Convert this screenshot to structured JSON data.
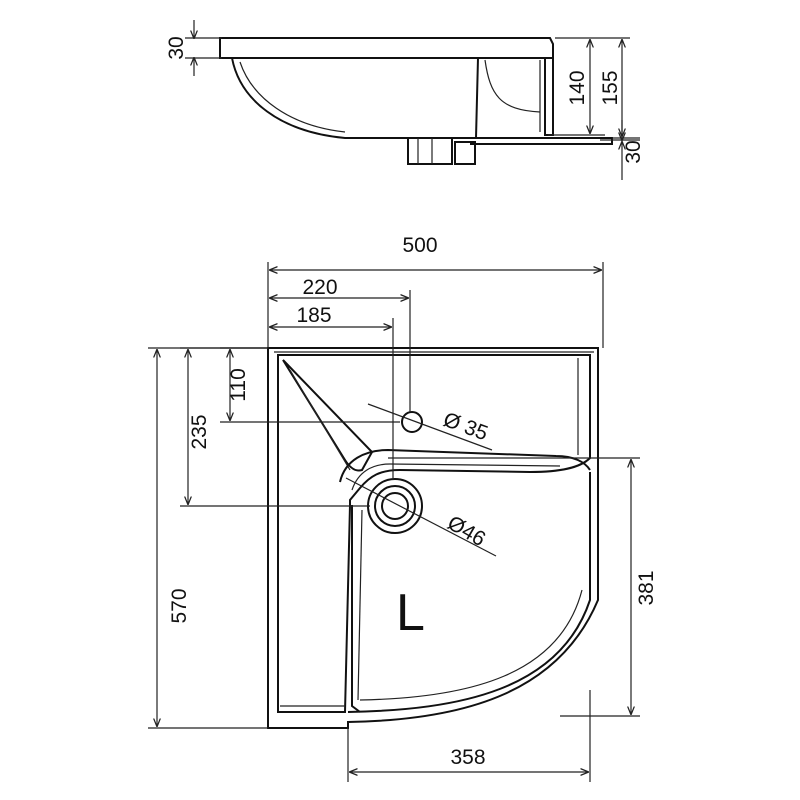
{
  "side_view": {
    "dim_top_thickness": "30",
    "dim_bowl_height": "140",
    "dim_total_height": "155",
    "dim_bottom": "30"
  },
  "top_view": {
    "dim_width": "500",
    "dim_tap_offset_x": "220",
    "dim_drain_offset_x": "185",
    "dim_tap_offset_y": "110",
    "dim_drain_offset_y": "235",
    "dim_depth": "570",
    "dim_bowl_depth": "381",
    "dim_bowl_width": "358",
    "tap_hole_diameter": "Ø 35",
    "drain_diameter": "Ø46",
    "side_marker": "L"
  }
}
